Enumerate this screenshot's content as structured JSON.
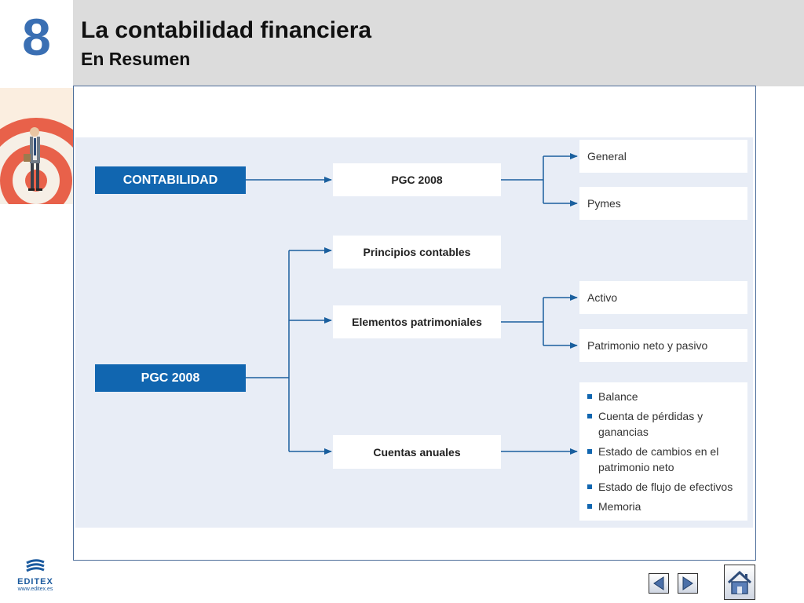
{
  "header": {
    "chapter_number": "8",
    "title": "La contabilidad financiera",
    "subtitle": "En Resumen"
  },
  "diagram": {
    "root_top": "CONTABILIDAD",
    "root_bottom": "PGC 2008",
    "pgc_node": "PGC 2008",
    "general": "General",
    "pymes": "Pymes",
    "principios": "Principios contables",
    "elementos": "Elementos patrimoniales",
    "activo": "Activo",
    "patrimonio": "Patrimonio neto y pasivo",
    "cuentas": "Cuentas anuales",
    "cuentas_items": [
      "Balance",
      "Cuenta de pérdidas y ganancias",
      "Estado de cambios en el patrimonio neto",
      "Estado de flujo de efectivos",
      "Memoria"
    ]
  },
  "footer": {
    "logo_text": "EDITEX",
    "logo_url": "www.editex.es"
  },
  "icons": {
    "prev": "triangle-left-icon",
    "next": "triangle-right-icon",
    "home": "home-icon"
  },
  "colors": {
    "accent_blue": "#1166b0",
    "chapter_blue": "#3a6fb3",
    "diagram_bg": "#e8edf6",
    "header_bg": "#dcdcdc"
  }
}
